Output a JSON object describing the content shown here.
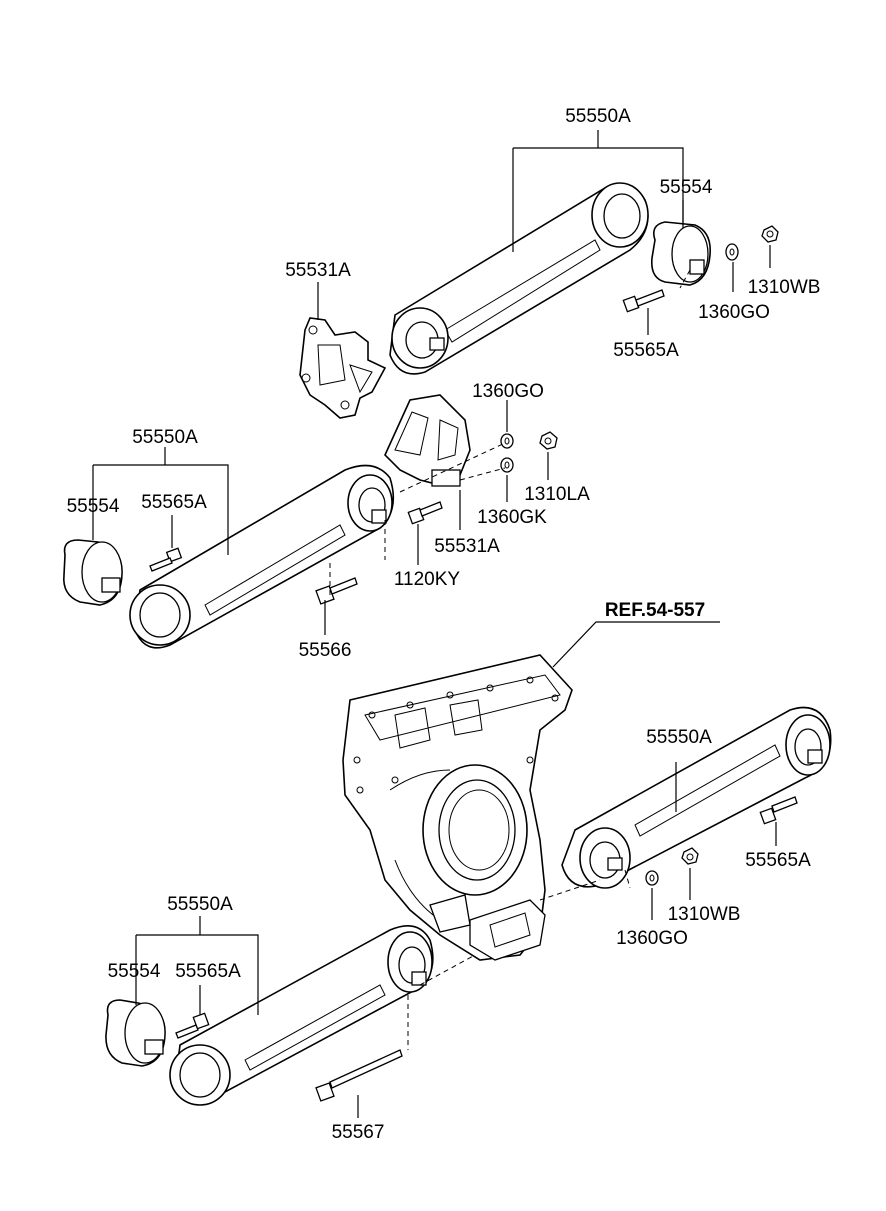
{
  "diagram": {
    "reference": "REF.54-557",
    "labels": {
      "a_assembly": "55550A",
      "a_bushing": "55554",
      "a_nut": "1310WB",
      "a_washer": "1360GO",
      "a_bolt": "55565A",
      "bracket_top": "55531A",
      "b_assembly": "55550A",
      "b_bushing": "55554",
      "b_bolt": "55565A",
      "b_bolt2": "55566",
      "c_washer": "1360GO",
      "c_nut": "1310LA",
      "c_washer2": "1360GK",
      "c_bracket": "55531A",
      "c_bolt": "1120KY",
      "d_assembly": "55550A",
      "d_bolt": "55565A",
      "d_nut": "1310WB",
      "d_washer": "1360GO",
      "e_assembly": "55550A",
      "e_bushing": "55554",
      "e_bolt": "55565A",
      "e_bolt2": "55567"
    }
  }
}
